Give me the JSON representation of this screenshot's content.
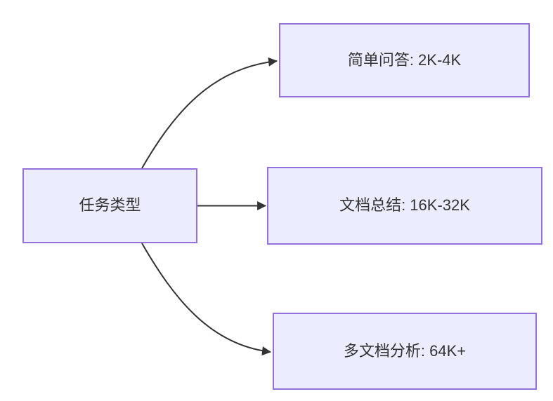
{
  "diagram": {
    "type": "flowchart",
    "direction": "left-to-right",
    "root": {
      "label": "任务类型"
    },
    "branches": [
      {
        "label": "简单问答: 2K-4K"
      },
      {
        "label": "文档总结: 16K-32K"
      },
      {
        "label": "多文档分析: 64K+"
      }
    ],
    "edges": [
      {
        "from": "任务类型",
        "to": "简单问答: 2K-4K",
        "shape": "curved-up",
        "arrowhead": "filled-triangle"
      },
      {
        "from": "任务类型",
        "to": "文档总结: 16K-32K",
        "shape": "straight",
        "arrowhead": "filled-triangle"
      },
      {
        "from": "任务类型",
        "to": "多文档分析: 64K+",
        "shape": "curved-down",
        "arrowhead": "filled-triangle"
      }
    ],
    "colors": {
      "background": "#FFFFFF",
      "node_fill": "#ECECFF",
      "node_border": "#9370DB",
      "edge_stroke": "#333333",
      "text": "#333333"
    }
  }
}
